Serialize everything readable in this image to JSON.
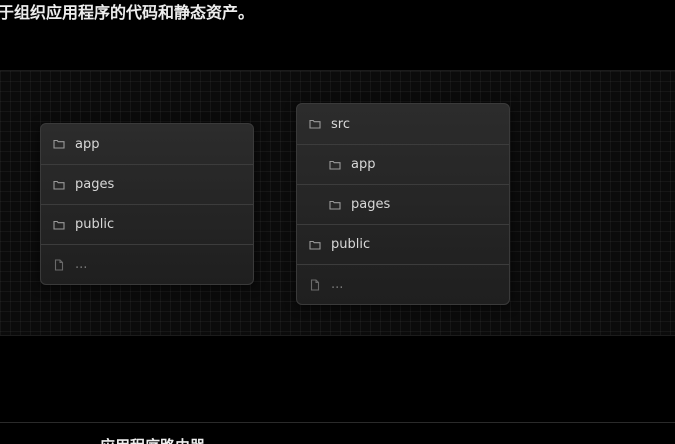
{
  "intro": {
    "text": "于组织应用程序的代码和静态资产。"
  },
  "left_tree": {
    "items": [
      {
        "label": "app",
        "icon": "folder-icon"
      },
      {
        "label": "pages",
        "icon": "folder-icon"
      },
      {
        "label": "public",
        "icon": "folder-icon"
      },
      {
        "label": "...",
        "icon": "file-icon"
      }
    ]
  },
  "right_tree": {
    "items": [
      {
        "label": "src",
        "icon": "folder-icon"
      },
      {
        "label": "app",
        "icon": "folder-icon"
      },
      {
        "label": "pages",
        "icon": "folder-icon"
      },
      {
        "label": "public",
        "icon": "folder-icon"
      },
      {
        "label": "...",
        "icon": "file-icon"
      }
    ]
  },
  "footer": {
    "text": "应用程序路由器"
  }
}
